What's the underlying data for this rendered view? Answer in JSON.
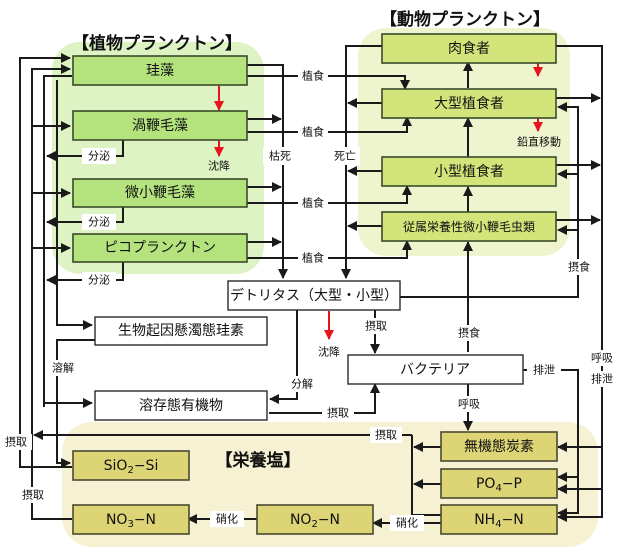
{
  "sections": {
    "phytoplankton": "【植物プランクトン】",
    "zooplankton": "【動物プランクトン】",
    "nutrients": "【栄養塩】"
  },
  "boxes": {
    "diatom": "珪藻",
    "dinoflagellate": "渦鞭毛藻",
    "microflagellate": "微小鞭毛藻",
    "picoplankton": "ピコプランクトン",
    "carnivore": "肉食者",
    "large_herbivore": "大型植食者",
    "small_herbivore": "小型植食者",
    "heterotrophic_flagellate": "従属栄養性微小鞭毛虫類",
    "detritus": "デトリタス（大型・小型）",
    "biogenic_silica": "生物起因懸濁態珪素",
    "dom": "溶存態有機物",
    "bacteria": "バクテリア",
    "dic": "無機態炭素",
    "sio2": {
      "main": "SiO",
      "sub": "2",
      "rest": "−Si"
    },
    "no3": {
      "main": "NO",
      "sub": "3",
      "rest": "−N"
    },
    "no2": {
      "main": "NO",
      "sub": "2",
      "rest": "−N"
    },
    "po4": {
      "main": "PO",
      "sub": "4",
      "rest": "−P"
    },
    "nh4": {
      "main": "NH",
      "sub": "4",
      "rest": "−N"
    }
  },
  "labels": {
    "grazing": "植食",
    "withering": "枯死",
    "death": "死亡",
    "secretion": "分泌",
    "sinking": "沈降",
    "vertical_migration": "鉛直移動",
    "ingestion_feed": "摂食",
    "uptake": "摂取",
    "decomposition": "分解",
    "dissolution": "溶解",
    "respiration": "呼吸",
    "excretion": "排泄",
    "nitrification": "硝化"
  }
}
